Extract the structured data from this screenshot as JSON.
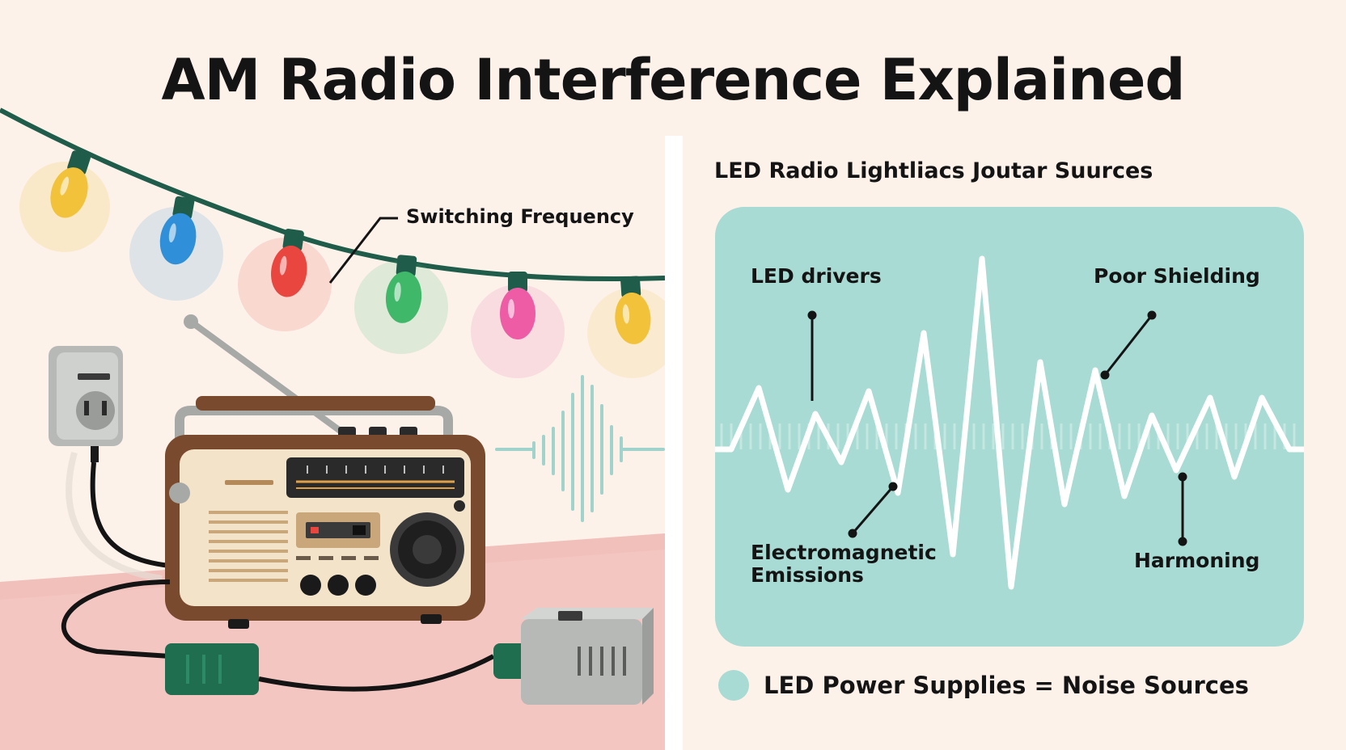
{
  "title": "AM Radio Interference Explained",
  "left": {
    "switching_label": "Switching Frequency"
  },
  "right": {
    "heading": "LED Radio Lightliacs  Joutar Suurces",
    "labels": {
      "led_drivers": "LED drivers",
      "poor_shielding": "Poor Shielding",
      "em_line1": "Electromagnetic",
      "em_line2": "Emissions",
      "harmoning": "Harmoning"
    },
    "legend": "LED Power Supplies = Noise Sources"
  },
  "colors": {
    "background": "#fcf2ea",
    "panel": "#a7dbd3",
    "wire": "#1f5c4a",
    "bulbs": [
      "#f2c33a",
      "#2f8fd8",
      "#e8463f",
      "#3fb86a",
      "#ee5ca5",
      "#f2c33a"
    ]
  },
  "icons": [
    "string-lights-icon",
    "radio-icon",
    "outlet-icon",
    "power-adapter-icon",
    "plug-icon",
    "sound-wave-icon"
  ]
}
